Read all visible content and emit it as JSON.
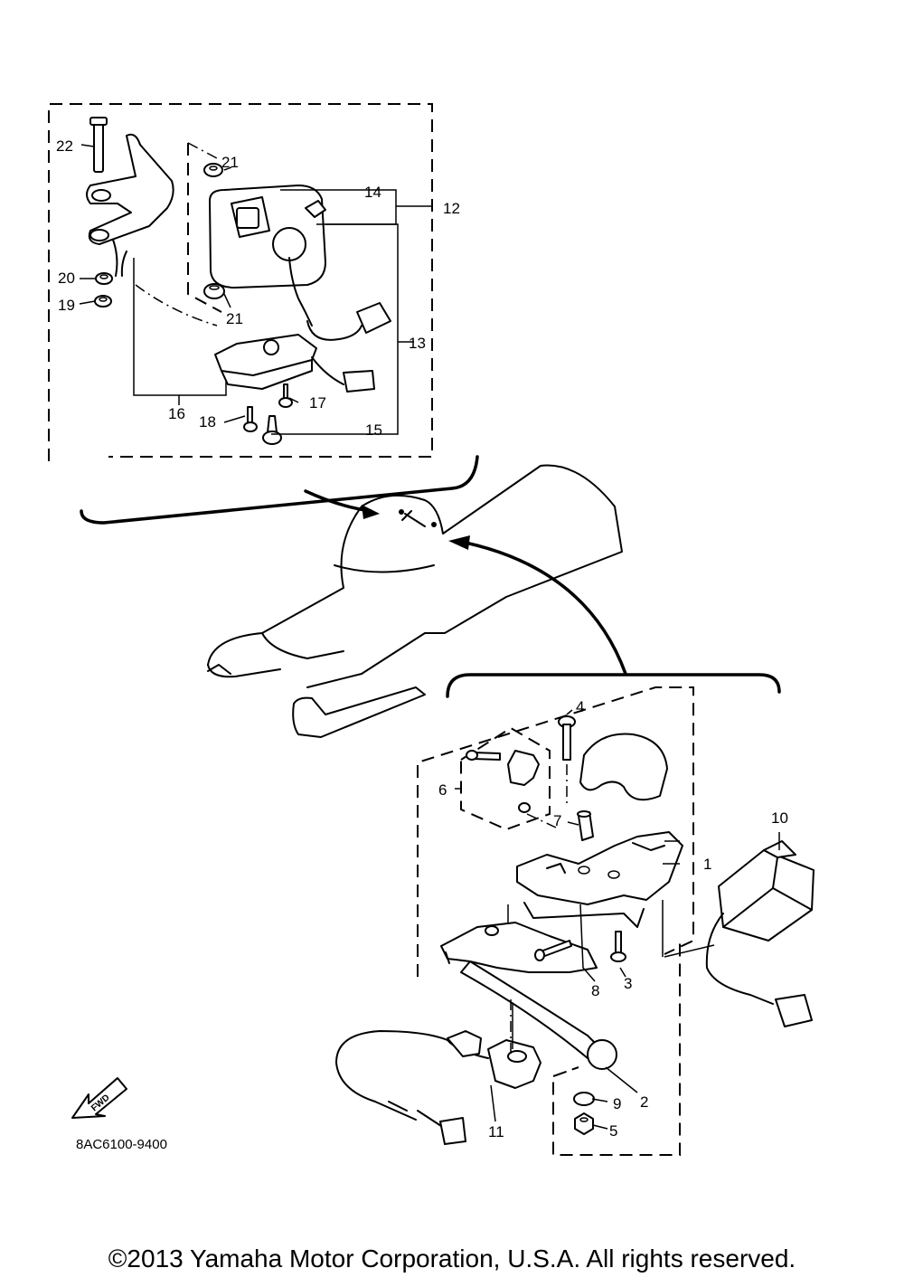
{
  "diagram": {
    "callouts": {
      "c1": "1",
      "c2": "2",
      "c3": "3",
      "c4": "4",
      "c5": "5",
      "c6": "6",
      "c7": "7",
      "c8": "8",
      "c9": "9",
      "c10": "10",
      "c11": "11",
      "c12": "12",
      "c13": "13",
      "c14": "14",
      "c15": "15",
      "c16": "16",
      "c17": "17",
      "c18": "18",
      "c19": "19",
      "c20": "20",
      "c21a": "21",
      "c21b": "21",
      "c22": "22"
    },
    "fwd_label": "FWD",
    "part_code": "8AC6100-9400"
  },
  "footer": {
    "copyright": "©2013 Yamaha Motor Corporation, U.S.A. All rights reserved."
  }
}
